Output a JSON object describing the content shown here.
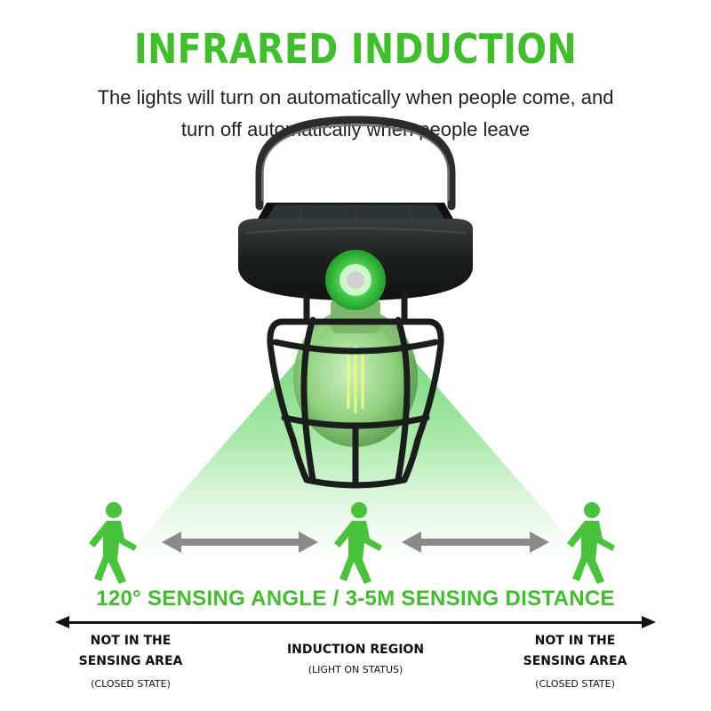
{
  "title": "INFRARED INDUCTION",
  "subtitle": {
    "line1": "The lights will turn on automatically when people come, and",
    "line2": "turn off automatically when people leave"
  },
  "spec_line": "120° SENSING ANGLE / 3-5M SENSING DISTANCE",
  "regions": {
    "left": {
      "line1": "NOT IN THE",
      "line2": "SENSING AREA",
      "status": "(CLOSED STATE)"
    },
    "center": {
      "line1": "INDUCTION REGION",
      "status": "(LIGHT ON STATUS)"
    },
    "right": {
      "line1": "NOT IN THE",
      "line2": "SENSING AREA",
      "status": "(CLOSED STATE)"
    }
  },
  "colors": {
    "accent_green": "#3fbf2a",
    "beam_green": "#36c43a",
    "lantern_body": "#1b1f1c",
    "arrow_gray": "#8a8a8a"
  },
  "icons": [
    "lantern-image",
    "walking-person-icon",
    "double-arrow-icon",
    "horizontal-axis-arrow-icon"
  ]
}
